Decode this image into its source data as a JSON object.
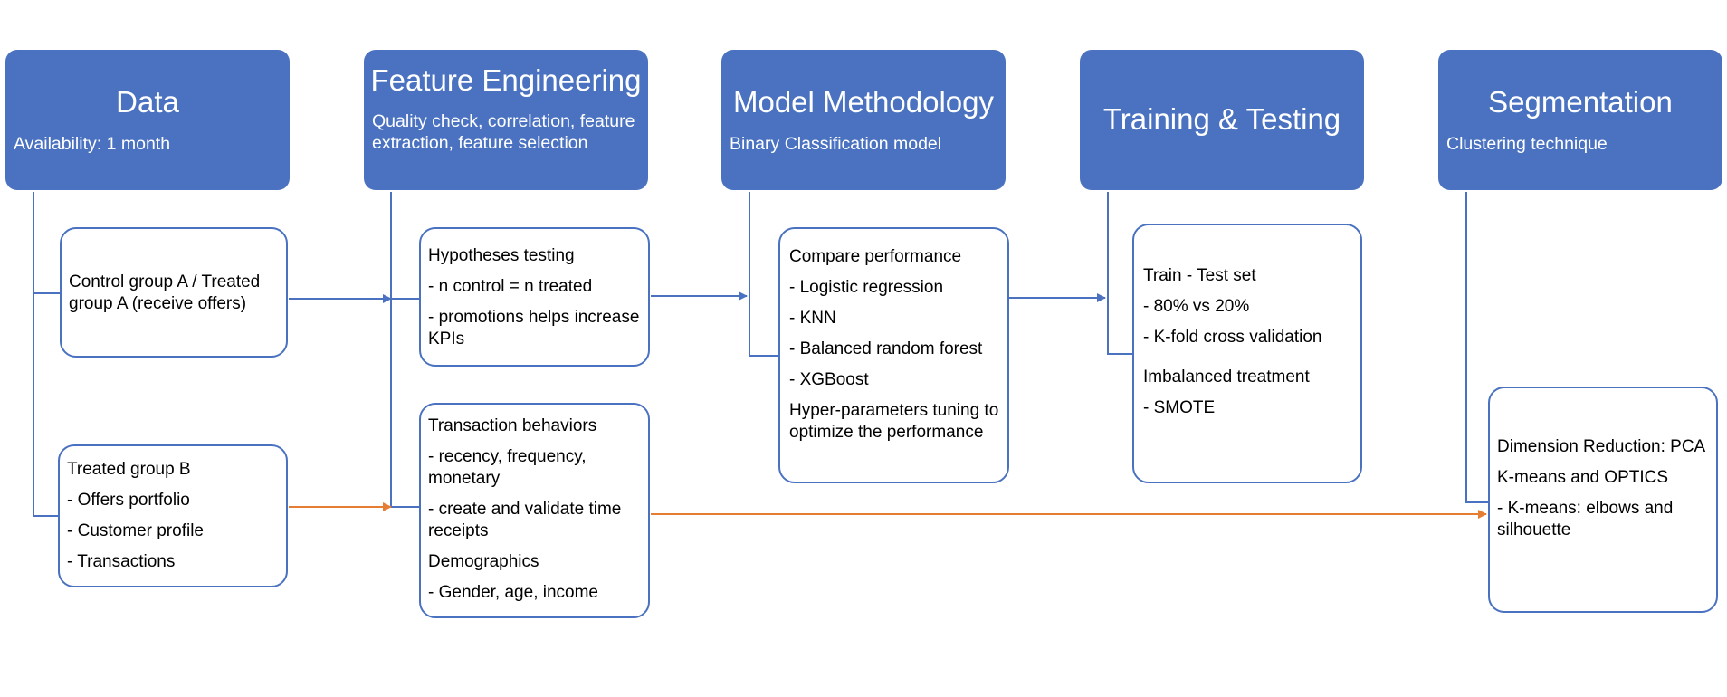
{
  "colors": {
    "accent": "#4a72c0",
    "flow_arrow": "#4a72c0",
    "segmentation_arrow": "#e57d33"
  },
  "stages": [
    {
      "title": "Data",
      "subtitle": "Availability: 1 month"
    },
    {
      "title": "Feature Engineering",
      "subtitle": "Quality check, correlation, feature extraction, feature selection"
    },
    {
      "title": "Model Methodology",
      "subtitle": "Binary Classification model"
    },
    {
      "title": "Training & Testing",
      "subtitle": ""
    },
    {
      "title": "Segmentation",
      "subtitle": "Clustering technique"
    }
  ],
  "boxes": {
    "control_group": {
      "lines": [
        "Control group A / Treated group A (receive offers)"
      ]
    },
    "treated_group_b": {
      "lines": [
        "Treated group B",
        "- Offers portfolio",
        "- Customer profile",
        "- Transactions"
      ]
    },
    "hypotheses": {
      "lines": [
        "Hypotheses testing",
        "- n control = n treated",
        "- promotions helps increase KPIs"
      ]
    },
    "transactions": {
      "lines": [
        "Transaction behaviors",
        "- recency, frequency, monetary",
        "- create and validate time receipts",
        "Demographics",
        "- Gender, age, income"
      ]
    },
    "models": {
      "lines": [
        "Compare performance",
        "- Logistic regression",
        "- KNN",
        "- Balanced random forest",
        "- XGBoost",
        "Hyper-parameters tuning to optimize the performance"
      ]
    },
    "training": {
      "lines": [
        "Train - Test set",
        "- 80% vs 20%",
        "- K-fold cross validation",
        "Imbalanced treatment",
        "- SMOTE"
      ]
    },
    "segmentation": {
      "lines": [
        "Dimension Reduction: PCA",
        "K-means and OPTICS",
        "- K-means: elbows and silhouette"
      ]
    }
  }
}
